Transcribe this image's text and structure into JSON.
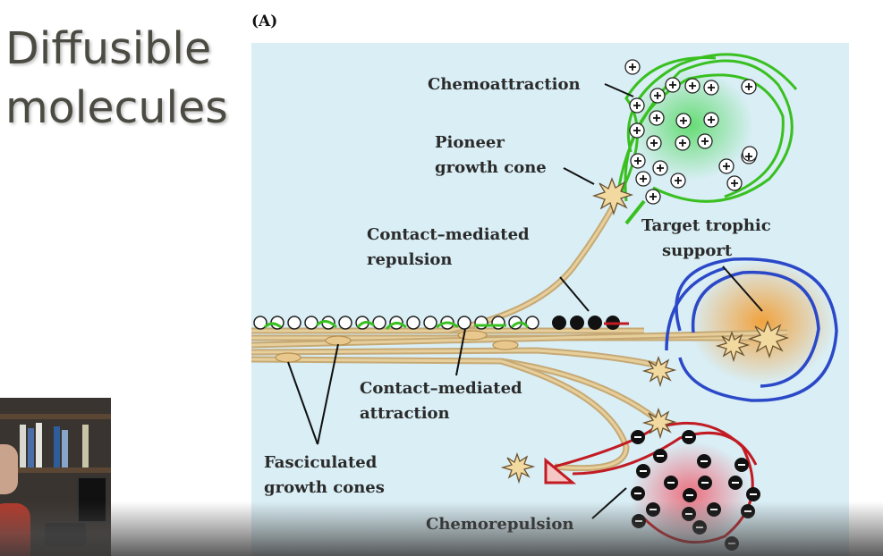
{
  "slide": {
    "title_line1": "Diffusible",
    "title_line2": "molecules",
    "panel_label": "(A)"
  },
  "diagram": {
    "labels": {
      "chemoattraction": "Chemoattraction",
      "pioneer_line1": "Pioneer",
      "pioneer_line2": "growth cone",
      "contact_repulsion_line1": "Contact–mediated",
      "contact_repulsion_line2": "repulsion",
      "target_line1": "Target trophic",
      "target_line2": "support",
      "contact_attraction_line1": "Contact–mediated",
      "contact_attraction_line2": "attraction",
      "fasciculated_line1": "Fasciculated",
      "fasciculated_line2": "growth cones",
      "chemorepulsion": "Chemorepulsion"
    },
    "symbols": {
      "plus": "+",
      "minus": "−"
    },
    "colors": {
      "background": "#d9eef5",
      "axon": "#e7cf9c",
      "attraction": "#39c020",
      "target": "#2b48c8",
      "repulsion": "#c21b23",
      "target_glow": "#f3a53a",
      "repulsion_glow": "#ee7a86"
    }
  }
}
